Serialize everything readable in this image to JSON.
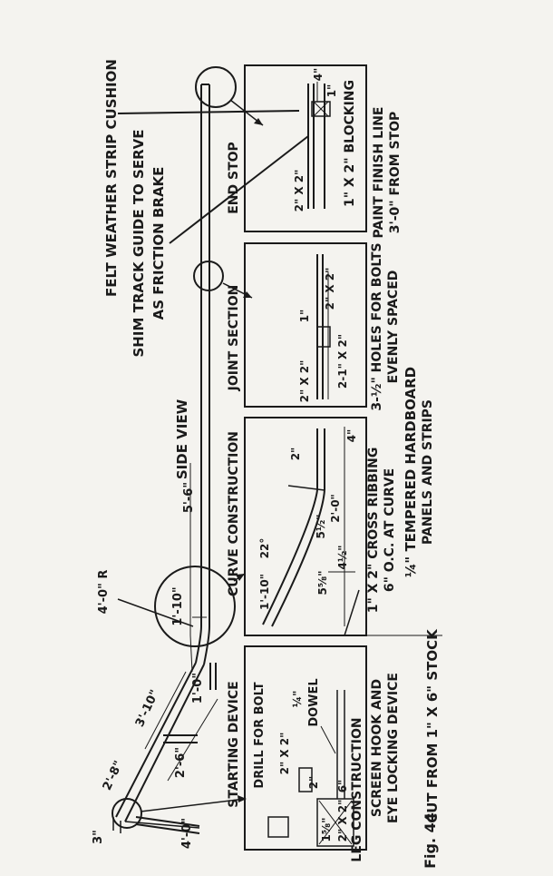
{
  "figure": {
    "label": "Fig. 44",
    "side_view_title": "SIDE VIEW",
    "felt_note": "FELT WEATHER STRIP CUSHION",
    "shim_note_1": "SHIM TRACK GUIDE TO SERVE",
    "shim_note_2": "AS FRICTION BRAKE",
    "paint_note_1": "PAINT FINISH LINE",
    "paint_note_2": "3'-0\" FROM STOP",
    "cut_note": "CUT FROM 1\" X 6\" STOCK"
  },
  "side_view": {
    "dims": {
      "d_5_6": "5'-6\"",
      "d_1_10": "1'-10\"",
      "radius": "4'-0\" R",
      "d_1_0": "1'-0\"",
      "d_3_10": "3'-10\"",
      "d_2_6": "2'-6\"",
      "d_2_8": "2'-8\"",
      "d_3": "3\"",
      "d_4_0": "4'-0\""
    }
  },
  "panels": {
    "end_stop": {
      "title": "END STOP",
      "dim_1": "1\"",
      "dim_4": "4\"",
      "blocking": "1\" X 2\" BLOCKING",
      "post": "2\" X 2\""
    },
    "joint_section": {
      "title": "JOINT SECTION",
      "a": "2\" X 2\"",
      "b": "1\"",
      "c": "2\" X 2\"",
      "d": "2-1\" X 2\"",
      "holes_1": "3-½\" HOLES FOR BOLTS",
      "holes_2": "EVENLY SPACED"
    },
    "curve": {
      "title": "CURVE CONSTRUCTION",
      "angle": "22°",
      "d_2": "2\"",
      "d_4": "4\"",
      "d_2_0": "2'-0\"",
      "d_5_half": "5½\"",
      "d_4_half": "4½\"",
      "d_5_5_8": "5⅝\"",
      "d_1_10": "1'-10\"",
      "ribbing_1": "1\" X 2\" CROSS RIBBING",
      "ribbing_2": "6\" O.C. AT CURVE",
      "hardboard_1": "¼\" TEMPERED HARDBOARD",
      "hardboard_2": "PANELS AND STRIPS"
    },
    "starting": {
      "title": "STARTING DEVICE",
      "drill": "DRILL FOR BOLT",
      "d_2x2": "2\" X 2\"",
      "quarter": "¼\"",
      "dowel": "DOWEL",
      "leg": "LEG CONSTRUCTION",
      "hook_1": "SCREEN HOOK AND",
      "hook_2": "EYE LOCKING DEVICE",
      "d_2": "2\"",
      "d_1_5_8": "1⅝\"",
      "d_2x2_b": "2\" X 2\"",
      "d_6": "6\""
    }
  }
}
